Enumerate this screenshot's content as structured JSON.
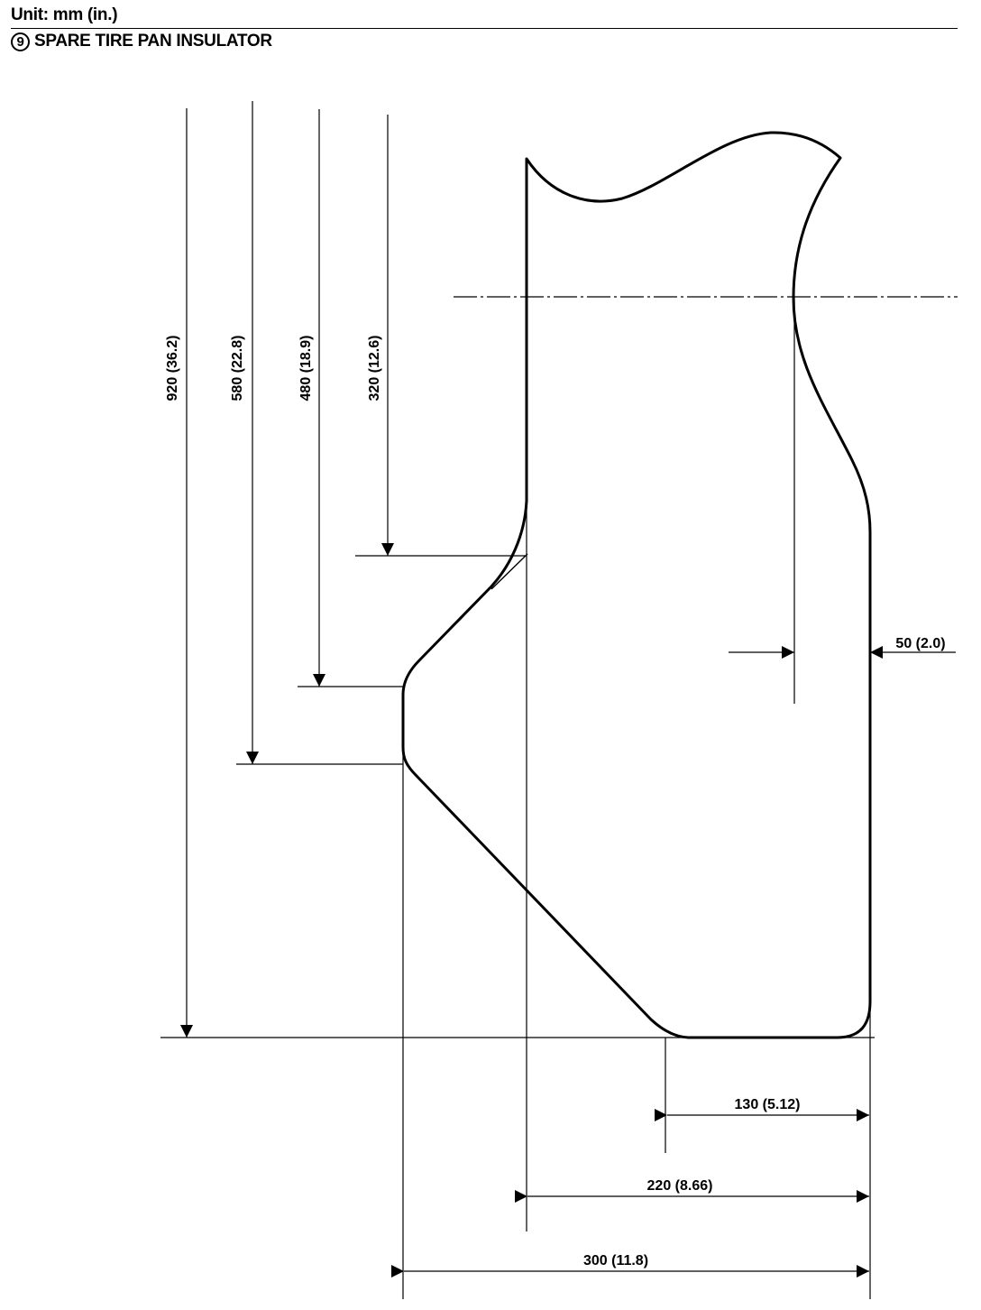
{
  "header": {
    "unit_label": "Unit: mm (in.)",
    "index_number": "9",
    "title": "SPARE TIRE PAN INSULATOR"
  },
  "diagram": {
    "part_shape": "spare-tire-pan-insulator-outline",
    "dimensions": {
      "height_920": "920 (36.2)",
      "height_580": "580 (22.8)",
      "height_480": "480 (18.9)",
      "height_320": "320 (12.6)",
      "width_50": "50 (2.0)",
      "width_130": "130 (5.12)",
      "width_220": "220 (8.66)",
      "width_300": "300 (11.8)"
    }
  }
}
